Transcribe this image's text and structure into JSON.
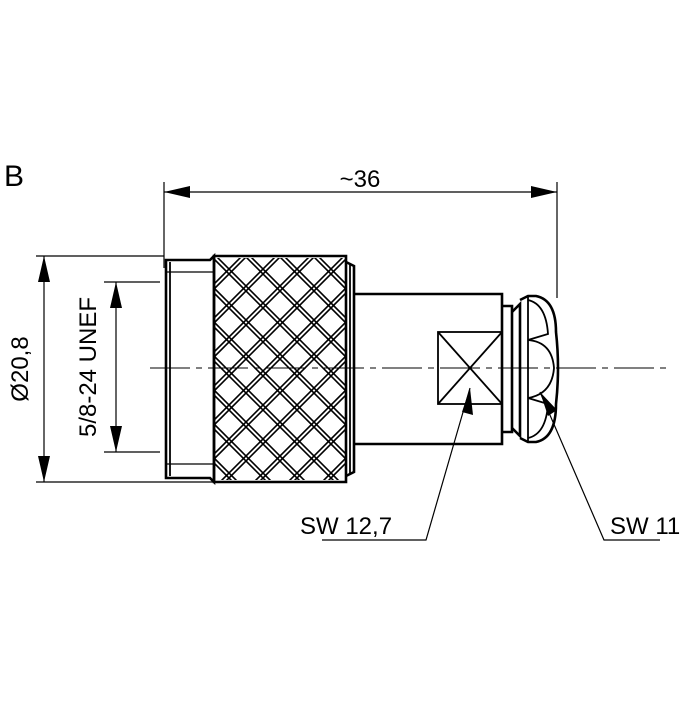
{
  "view_label": "B",
  "dimensions": {
    "length": "~36",
    "outer_diameter": "Ø20,8",
    "thread": "5/8-24 UNEF",
    "wrench_size_body": "SW 12,7",
    "wrench_size_nut": "SW 11"
  },
  "colors": {
    "line": "#000000",
    "background": "#ffffff"
  }
}
